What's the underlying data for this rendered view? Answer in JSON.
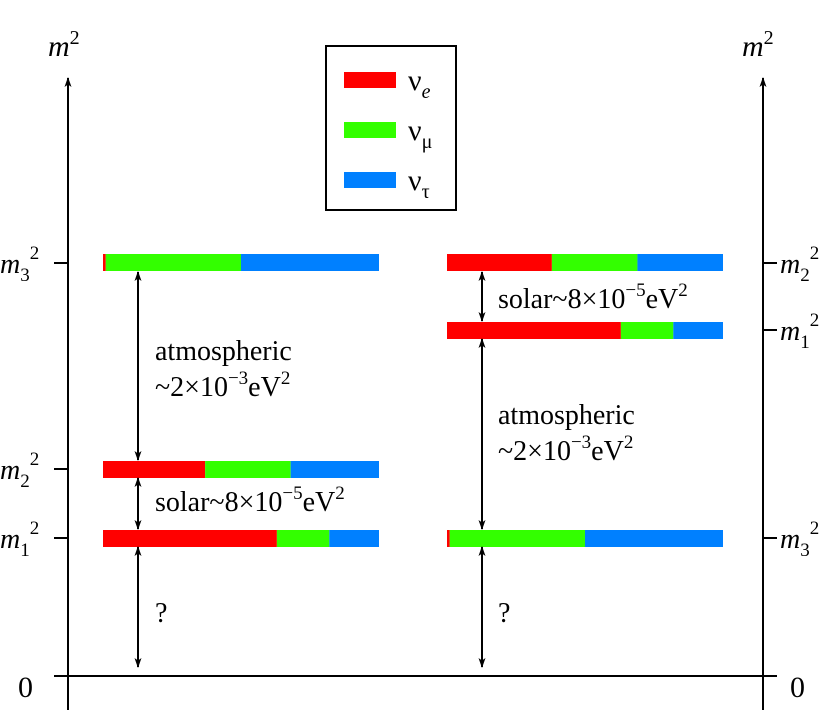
{
  "axis": {
    "label": "m",
    "sup": "2",
    "zero": "0"
  },
  "legend": [
    {
      "greek": "ν",
      "sub": "e",
      "sub_italic": true,
      "color": "#ff0000"
    },
    {
      "greek": "ν",
      "sub": "μ",
      "sub_italic": false,
      "color": "#33ff00"
    },
    {
      "greek": "ν",
      "sub": "τ",
      "sub_italic": false,
      "color": "#0080ff"
    }
  ],
  "colors": {
    "nu_e": "#ff0000",
    "nu_mu": "#33ff00",
    "nu_tau": "#0080ff",
    "ink": "#000000"
  },
  "normal": {
    "levels": [
      {
        "label": "m",
        "sub": "3",
        "sup": "2",
        "fractions": {
          "e": 0.01,
          "mu": 0.49,
          "tau": 0.5
        }
      },
      {
        "label": "m",
        "sub": "2",
        "sup": "2",
        "fractions": {
          "e": 0.37,
          "mu": 0.31,
          "tau": 0.32
        }
      },
      {
        "label": "m",
        "sub": "1",
        "sup": "2",
        "fractions": {
          "e": 0.63,
          "mu": 0.19,
          "tau": 0.18
        }
      }
    ],
    "atmospheric": {
      "line1": "atmospheric",
      "line2_pre": "~2×10",
      "line2_exp": "−3",
      "line2_unit": "eV",
      "line2_unit_sup": "2"
    },
    "solar": {
      "pre": "solar~8×10",
      "exp": "−5",
      "unit": "eV",
      "unit_sup": "2"
    },
    "unknown": "?"
  },
  "inverted": {
    "levels": [
      {
        "label": "m",
        "sub": "2",
        "sup": "2",
        "fractions": {
          "e": 0.38,
          "mu": 0.31,
          "tau": 0.31
        }
      },
      {
        "label": "m",
        "sub": "1",
        "sup": "2",
        "fractions": {
          "e": 0.63,
          "mu": 0.19,
          "tau": 0.18
        }
      },
      {
        "label": "m",
        "sub": "3",
        "sup": "2",
        "fractions": {
          "e": 0.01,
          "mu": 0.49,
          "tau": 0.5
        }
      }
    ],
    "solar": {
      "pre": "solar~8×10",
      "exp": "−5",
      "unit": "eV",
      "unit_sup": "2"
    },
    "atmospheric": {
      "line1": "atmospheric",
      "line2_pre": "~2×10",
      "line2_exp": "−3",
      "line2_unit": "eV",
      "line2_unit_sup": "2"
    },
    "unknown": "?"
  }
}
